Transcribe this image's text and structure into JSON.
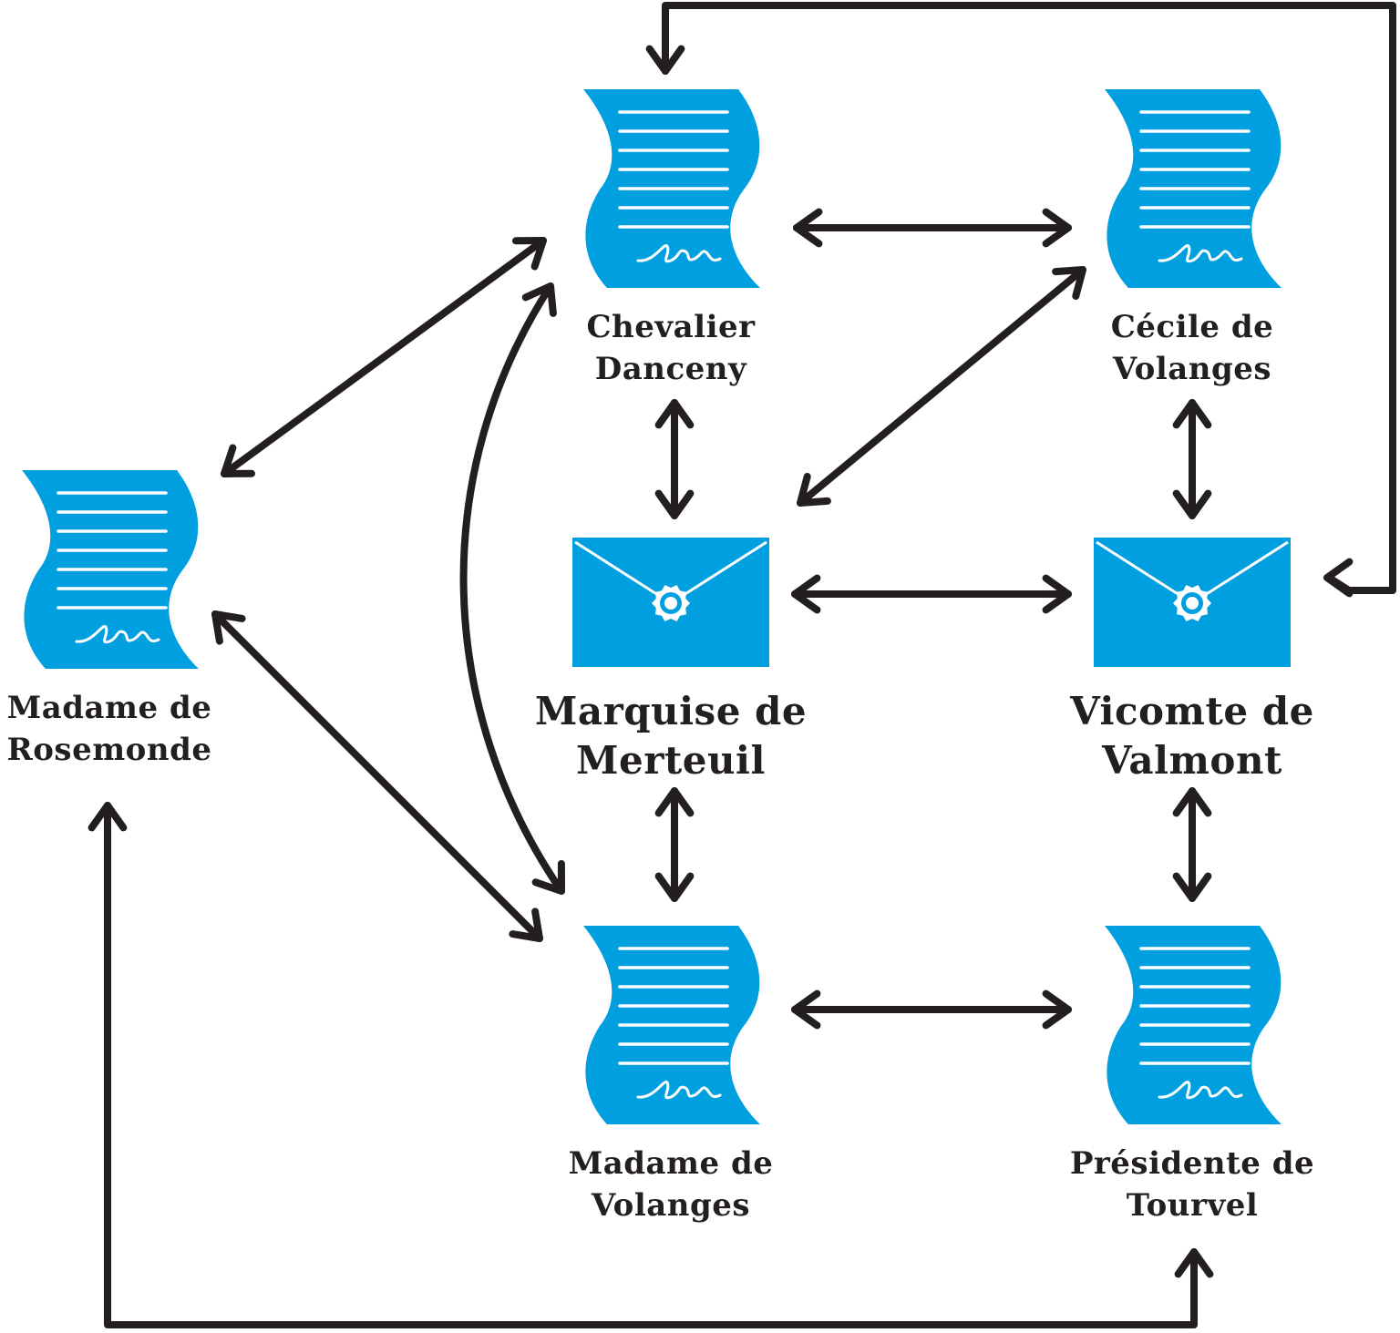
{
  "colors": {
    "icon": "#009fe0",
    "ink": "#231f20",
    "paper_lines": "#ffffff"
  },
  "icons": {
    "letter": "letter-page-icon",
    "envelope": "sealed-envelope-icon"
  },
  "nodes": {
    "danceny": {
      "icon": "letter",
      "lines": [
        "Chevalier",
        "Danceny"
      ]
    },
    "cecile": {
      "icon": "letter",
      "lines": [
        "Cécile de",
        "Volanges"
      ]
    },
    "rosemonde": {
      "icon": "letter",
      "lines": [
        "Madame de",
        "Rosemonde"
      ]
    },
    "merteuil": {
      "icon": "envelope",
      "lines": [
        "Marquise de",
        "Merteuil"
      ]
    },
    "valmont": {
      "icon": "envelope",
      "lines": [
        "Vicomte de",
        "Valmont"
      ]
    },
    "volanges": {
      "icon": "letter",
      "lines": [
        "Madame de",
        "Volanges"
      ]
    },
    "tourvel": {
      "icon": "letter",
      "lines": [
        "Présidente de",
        "Tourvel"
      ]
    }
  },
  "edges": [
    {
      "from": "danceny",
      "to": "cecile",
      "direction": "both"
    },
    {
      "from": "danceny",
      "to": "merteuil",
      "direction": "both"
    },
    {
      "from": "danceny",
      "to": "rosemonde",
      "direction": "both"
    },
    {
      "from": "danceny",
      "to": "volanges",
      "direction": "both"
    },
    {
      "from": "cecile",
      "to": "merteuil",
      "direction": "both"
    },
    {
      "from": "cecile",
      "to": "valmont",
      "direction": "both"
    },
    {
      "from": "merteuil",
      "to": "valmont",
      "direction": "both"
    },
    {
      "from": "merteuil",
      "to": "volanges",
      "direction": "both"
    },
    {
      "from": "valmont",
      "to": "tourvel",
      "direction": "both"
    },
    {
      "from": "volanges",
      "to": "tourvel",
      "direction": "both"
    },
    {
      "from": "rosemonde",
      "to": "volanges",
      "direction": "both"
    },
    {
      "from": "valmont",
      "to": "danceny",
      "direction": "both"
    },
    {
      "from": "rosemonde",
      "to": "tourvel",
      "direction": "both"
    }
  ]
}
